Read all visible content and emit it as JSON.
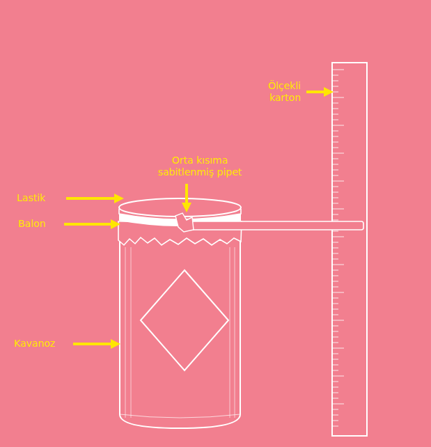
{
  "diagram": {
    "labels": [
      "Ölçekli karton",
      "Orta kısıma sabitlenmiş pipet",
      "Lastik",
      "Balon",
      "Kavanoz"
    ]
  }
}
